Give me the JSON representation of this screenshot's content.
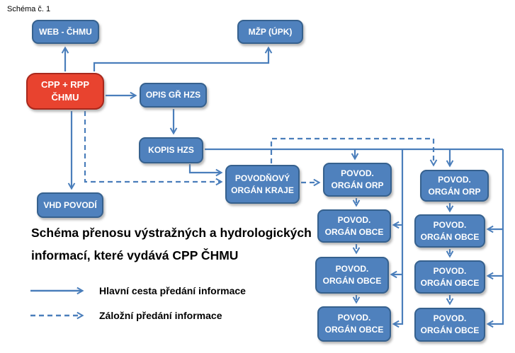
{
  "scheme_label": "Schéma č. 1",
  "title": {
    "line1": "Schéma přenosu výstražných a hydrologických",
    "line2": "informací, které vydává CPP ČHMU"
  },
  "nodes": {
    "web_chmu": {
      "label": "WEB - ČHMU"
    },
    "mzp": {
      "label": "MŽP (ÚPK)"
    },
    "cpp_rpp": {
      "label": "CPP + RPP\nČHMU"
    },
    "opis": {
      "label": "OPIS GŘ HZS"
    },
    "kopis": {
      "label": "KOPIS HZS"
    },
    "kraje": {
      "label": "POVODŇOVÝ\nORGÁN KRAJE"
    },
    "vhd": {
      "label": "VHD POVODÍ"
    },
    "orp_left": {
      "label": "POVOD.\nORGÁN ORP"
    },
    "obce_left_1": {
      "label": "POVOD.\nORGÁN OBCE"
    },
    "obce_left_2": {
      "label": "POVOD.\nORGÁN OBCE"
    },
    "obce_left_3": {
      "label": "POVOD.\nORGÁN OBCE"
    },
    "orp_right": {
      "label": "POVOD.\nORGÁN ORP"
    },
    "obce_right_1": {
      "label": "POVOD.\nORGÁN OBCE"
    },
    "obce_right_2": {
      "label": "POVOD.\nORGÁN OBCE"
    },
    "obce_right_3": {
      "label": "POVOD.\nORGÁN OBCE"
    }
  },
  "legend": {
    "solid_label": "Hlavní cesta předání informace",
    "dashed_label": "Záložní předání informace"
  },
  "colors": {
    "node_fill": "#4f81bd",
    "node_border": "#36618e",
    "alert_fill": "#e8432f",
    "alert_border": "#a8281c",
    "connector": "#4a7ebb",
    "node_text": "#ffffff",
    "page_text": "#000000"
  }
}
